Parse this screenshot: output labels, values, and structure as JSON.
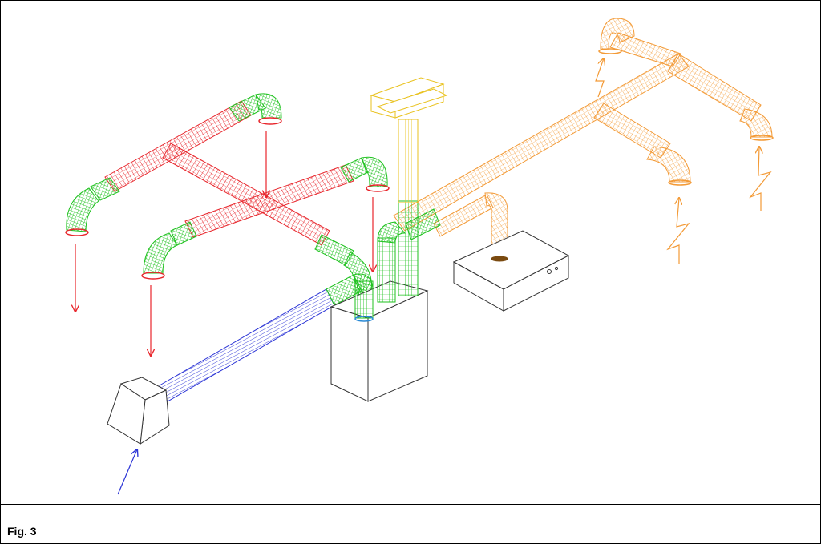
{
  "figure": {
    "caption": "Fig. 3"
  },
  "colors": {
    "supply_red": "#e8262c",
    "fitting_green": "#1fc21f",
    "intake_blue": "#2b34d6",
    "exhaust_orange": "#f39a36",
    "vent_yellow": "#e9c21f",
    "outline": "#333333"
  },
  "diagram": {
    "type": "isometric-duct-system",
    "parts": [
      "supply-duct-network",
      "fresh-air-intake-duct",
      "air-handling-unit",
      "roof-vent-stack",
      "extract-duct-network",
      "cooker-hood"
    ]
  }
}
